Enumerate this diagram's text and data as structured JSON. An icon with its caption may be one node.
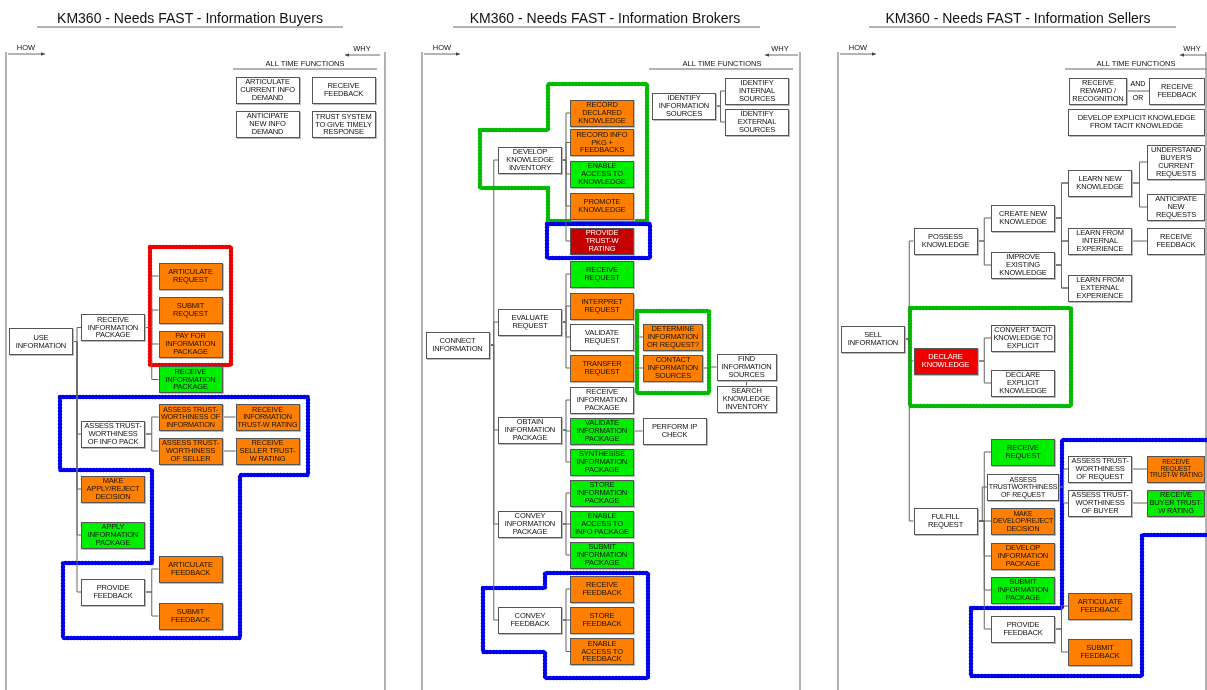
{
  "diagram": {
    "nodes": [
      {
        "text": [
          "ARTICULATE CURRENT INFO DEMAND"
        ]
      },
      {
        "text": [
          "RECEIVE FEEDBACK"
        ]
      },
      {
        "text": [
          "ANTICIPATE NEW INFO DEMAND"
        ]
      },
      {
        "text": [
          "TRUST SYSTEM TO GIVE TIMELY RESPONSE"
        ]
      },
      {
        "text": [
          "USE INFORMATION"
        ]
      },
      {
        "text": [
          "RECEIVE INFORMATION PACKAGE"
        ]
      },
      {
        "text": [
          "ARTICULATE REQUEST"
        ]
      },
      {
        "text": [
          "SUBMIT REQUEST"
        ]
      },
      {
        "text": [
          "PAY FOR INFORMATION PACKAGE"
        ]
      },
      {
        "text": [
          "RECEIVE INFORMATION PACKAGE"
        ]
      },
      {
        "text": [
          "ASSESS TRUST-WORTHINESS OF INFO PACK"
        ]
      },
      {
        "text": [
          "ASSESS TRUST-WORTHINESS OF INFORMATION"
        ]
      },
      {
        "text": [
          "RECEIVE INFORMATION TRUST-W RATING"
        ]
      },
      {
        "text": [
          "ASSESS TRUST-WORTHINESS OF SELLER"
        ]
      },
      {
        "text": [
          "RECEIVE SELLER TRUST-W RATING"
        ]
      },
      {
        "text": [
          "MAKE APPLY/REJECT DECISION"
        ]
      },
      {
        "text": [
          "APPLY INFORMATION PACKAGE"
        ]
      },
      {
        "text": [
          "PROVIDE FEEDBACK"
        ]
      },
      {
        "text": [
          "ARTICULATE FEEDBACK"
        ]
      },
      {
        "text": [
          "SUBMIT FEEDBACK"
        ]
      },
      {
        "text": [
          "IDENTIFY INFORMATION SOURCES"
        ]
      },
      {
        "text": [
          "IDENTIFY INTERNAL SOURCES"
        ]
      },
      {
        "text": [
          "IDENTIFY EXTERNAL SOURCES"
        ]
      },
      {
        "text": [
          "CONNECT INFORMATION"
        ]
      },
      {
        "text": [
          "DEVELOP KNOWLEDGE INVENTORY"
        ]
      },
      {
        "text": [
          "RECORD DECLARED KNOWLEDGE"
        ]
      },
      {
        "text": [
          "RECORD INFO PKG + FEEDBACKS"
        ]
      },
      {
        "text": [
          "ENABLE ACCESS TO KNOWLEDGE"
        ]
      },
      {
        "text": [
          "PROMOTE KNOWLEDGE"
        ]
      },
      {
        "text": [
          "PROVIDE TRUST-W RATING"
        ]
      },
      {
        "text": [
          "EVALUATE REQUEST"
        ]
      },
      {
        "text": [
          "RECEIVE REQUEST"
        ]
      },
      {
        "text": [
          "INTERPRET REQUEST"
        ]
      },
      {
        "text": [
          "VALIDATE REQUEST"
        ]
      },
      {
        "text": [
          "TRANSFER REQUEST"
        ]
      },
      {
        "text": [
          "DETERMINE INFORMATION OR REQUEST?"
        ]
      },
      {
        "text": [
          "CONTACT INFORMATION SOURCES"
        ]
      },
      {
        "text": [
          "FIND INFORMATION SOURCES"
        ]
      },
      {
        "text": [
          "SEARCH KNOWLEDGE INVENTORY"
        ]
      },
      {
        "text": [
          "OBTAIN INFORMATION PACKAGE"
        ]
      },
      {
        "text": [
          "RECEIVE INFORMATION PACKAGE"
        ]
      },
      {
        "text": [
          "VALIDATE INFORMATION PACKAGE"
        ]
      },
      {
        "text": [
          "PERFORM IP CHECK"
        ]
      },
      {
        "text": [
          "SYNTHESISE INFORMATION PACKAGE"
        ]
      },
      {
        "text": [
          "CONVEY INFORMATION PACKAGE"
        ]
      },
      {
        "text": [
          "STORE INFORMATION PACKAGE"
        ]
      },
      {
        "text": [
          "ENABLE ACCESS TO INFO PACKAGE"
        ]
      },
      {
        "text": [
          "SUBMIT INFORMATION PACKAGE"
        ]
      },
      {
        "text": [
          "CONVEY FEEDBACK"
        ]
      },
      {
        "text": [
          "RECEIVE FEEDBACK"
        ]
      },
      {
        "text": [
          "STORE FEEDBACK"
        ]
      },
      {
        "text": [
          "ENABLE ACCESS TO FEEDBACK"
        ]
      },
      {
        "text": [
          "RECEIVE REWARD / RECOGNITION"
        ]
      },
      {
        "text": [
          "RECEIVE FEEDBACK"
        ]
      },
      {
        "text": [
          "DEVELOP EXPLICIT KNOWLEDGE FROM TACIT KNOWLEDGE"
        ]
      },
      {
        "text": [
          "SELL INFORMATION"
        ]
      },
      {
        "text": [
          "POSSESS KNOWLEDGE"
        ]
      },
      {
        "text": [
          "CREATE NEW KNOWLEDGE"
        ]
      },
      {
        "text": [
          "IMPROVE EXISTING KNOWLEDGE"
        ]
      },
      {
        "text": [
          "LEARN NEW KNOWLEDGE"
        ]
      },
      {
        "text": [
          "UNDERSTAND BUYER'S CURRENT REQUESTS"
        ]
      },
      {
        "text": [
          "ANTICIPATE NEW REQUESTS"
        ]
      },
      {
        "text": [
          "LEARN FROM INTERNAL EXPERIENCE"
        ]
      },
      {
        "text": [
          "RECEIVE FEEDBACK"
        ]
      },
      {
        "text": [
          "LEARN FROM EXTERNAL EXPERIENCE"
        ]
      },
      {
        "text": [
          "DECLARE KNOWLEDGE"
        ]
      },
      {
        "text": [
          "CONVERT TACIT KNOWLEDGE TO EXPLICIT"
        ]
      },
      {
        "text": [
          "DECLARE EXPLICIT KNOWLEDGE"
        ]
      },
      {
        "text": [
          "FULFILL REQUEST"
        ]
      },
      {
        "text": [
          "RECEIVE REQUEST"
        ]
      },
      {
        "text": [
          "ASSESS TRUSTWORTHINESS OF REQUEST"
        ]
      },
      {
        "text": [
          "ASSESS TRUST-WORTHINESS OF REQUEST"
        ]
      },
      {
        "text": [
          "RECEIVE REQUEST TRUST-W RATING"
        ]
      },
      {
        "text": [
          "ASSESS TRUST-WORTHINESS OF BUYER"
        ]
      },
      {
        "text": [
          "RECEIVE BUYER TRUST-W RATING"
        ]
      },
      {
        "text": [
          "MAKE DEVELOP/REJECT DECISION"
        ]
      },
      {
        "text": [
          "DEVELOP INFORMATION PACKAGE"
        ]
      },
      {
        "text": [
          "SUBMIT INFORMATION PACKAGE"
        ]
      },
      {
        "text": [
          "PROVIDE FEEDBACK"
        ]
      },
      {
        "text": [
          "ARTICULATE FEEDBACK"
        ]
      },
      {
        "text": [
          "SUBMIT FEEDBACK"
        ]
      }
    ],
    "edges": [
      {
        "from": 4,
        "to": 5,
        "arrow": "none"
      },
      {
        "from": 4,
        "to": 10,
        "arrow": "none"
      },
      {
        "from": 4,
        "to": 15,
        "arrow": "none"
      },
      {
        "from": 4,
        "to": 16,
        "arrow": "none"
      },
      {
        "from": 4,
        "to": 17,
        "arrow": "none"
      },
      {
        "from": 5,
        "to": 6,
        "arrow": "none"
      },
      {
        "from": 5,
        "to": 7,
        "arrow": "none"
      },
      {
        "from": 5,
        "to": 8,
        "arrow": "none"
      },
      {
        "from": 5,
        "to": 9,
        "arrow": "none"
      },
      {
        "from": 10,
        "to": 11,
        "arrow": "none"
      },
      {
        "from": 10,
        "to": 13,
        "arrow": "none"
      },
      {
        "from": 11,
        "to": 12,
        "arrow": "none"
      },
      {
        "from": 13,
        "to": 14,
        "arrow": "none"
      },
      {
        "from": 17,
        "to": 18,
        "arrow": "none"
      },
      {
        "from": 17,
        "to": 19,
        "arrow": "none"
      },
      {
        "from": 20,
        "to": 21,
        "arrow": "none"
      },
      {
        "from": 20,
        "to": 22,
        "arrow": "none"
      },
      {
        "from": 23,
        "to": 24,
        "arrow": "none"
      },
      {
        "from": 23,
        "to": 30,
        "arrow": "none"
      },
      {
        "from": 23,
        "to": 39,
        "arrow": "none"
      },
      {
        "from": 23,
        "to": 44,
        "arrow": "none"
      },
      {
        "from": 23,
        "to": 48,
        "arrow": "none"
      },
      {
        "from": 24,
        "to": 25,
        "arrow": "none"
      },
      {
        "from": 24,
        "to": 26,
        "arrow": "none"
      },
      {
        "from": 24,
        "to": 27,
        "arrow": "none"
      },
      {
        "from": 24,
        "to": 28,
        "arrow": "none"
      },
      {
        "from": 24,
        "to": 29,
        "arrow": "none"
      },
      {
        "from": 30,
        "to": 31,
        "arrow": "none"
      },
      {
        "from": 30,
        "to": 32,
        "arrow": "none"
      },
      {
        "from": 30,
        "to": 33,
        "arrow": "none"
      },
      {
        "from": 30,
        "to": 34,
        "arrow": "none"
      },
      {
        "from": 33,
        "to": 35,
        "arrow": "none"
      },
      {
        "from": 34,
        "to": 36,
        "arrow": "none"
      },
      {
        "from": 36,
        "to": 37,
        "arrow": "none"
      },
      {
        "from": 37,
        "to": 38,
        "arrow": "none"
      },
      {
        "from": 39,
        "to": 40,
        "arrow": "none"
      },
      {
        "from": 39,
        "to": 41,
        "arrow": "none"
      },
      {
        "from": 39,
        "to": 43,
        "arrow": "none"
      },
      {
        "from": 41,
        "to": 42,
        "arrow": "none"
      },
      {
        "from": 44,
        "to": 45,
        "arrow": "none"
      },
      {
        "from": 44,
        "to": 46,
        "arrow": "none"
      },
      {
        "from": 44,
        "to": 47,
        "arrow": "none"
      },
      {
        "from": 48,
        "to": 49,
        "arrow": "none"
      },
      {
        "from": 48,
        "to": 50,
        "arrow": "none"
      },
      {
        "from": 48,
        "to": 51,
        "arrow": "none"
      },
      {
        "from": 52,
        "to": 53,
        "arrow": "none",
        "label": "AND OR"
      },
      {
        "from": 55,
        "to": 56,
        "arrow": "none"
      },
      {
        "from": 55,
        "to": 65,
        "arrow": "none"
      },
      {
        "from": 55,
        "to": 68,
        "arrow": "none"
      },
      {
        "from": 56,
        "to": 57,
        "arrow": "none"
      },
      {
        "from": 56,
        "to": 58,
        "arrow": "none"
      },
      {
        "from": 57,
        "to": 59,
        "arrow": "none"
      },
      {
        "from": 57,
        "to": 62,
        "arrow": "none"
      },
      {
        "from": 57,
        "to": 64,
        "arrow": "none"
      },
      {
        "from": 58,
        "to": 59,
        "arrow": "none"
      },
      {
        "from": 58,
        "to": 62,
        "arrow": "none"
      },
      {
        "from": 58,
        "to": 64,
        "arrow": "none"
      },
      {
        "from": 59,
        "to": 60,
        "arrow": "none"
      },
      {
        "from": 59,
        "to": 61,
        "arrow": "none"
      },
      {
        "from": 62,
        "to": 63,
        "arrow": "none"
      },
      {
        "from": 65,
        "to": 66,
        "arrow": "none"
      },
      {
        "from": 65,
        "to": 67,
        "arrow": "none"
      },
      {
        "from": 68,
        "to": 69,
        "arrow": "none"
      },
      {
        "from": 68,
        "to": 70,
        "arrow": "none"
      },
      {
        "from": 68,
        "to": 75,
        "arrow": "none"
      },
      {
        "from": 68,
        "to": 76,
        "arrow": "none"
      },
      {
        "from": 68,
        "to": 77,
        "arrow": "none"
      },
      {
        "from": 68,
        "to": 78,
        "arrow": "none"
      },
      {
        "from": 70,
        "to": 71,
        "arrow": "none"
      },
      {
        "from": 70,
        "to": 73,
        "arrow": "none"
      },
      {
        "from": 71,
        "to": 72,
        "arrow": "none"
      },
      {
        "from": 73,
        "to": 74,
        "arrow": "none"
      },
      {
        "from": 78,
        "to": 79,
        "arrow": "none"
      },
      {
        "from": 78,
        "to": 80,
        "arrow": "none"
      }
    ],
    "labels": [
      "KM360 - Needs FAST - Information Buyers",
      "HOW",
      "WHY",
      "ALL TIME FUNCTIONS",
      "KM360 - Needs FAST - Information Brokers",
      "HOW",
      "WHY",
      "ALL TIME FUNCTIONS",
      "KM360 - Needs FAST - Information Sellers",
      "HOW",
      "WHY",
      "ALL TIME FUNCTIONS"
    ]
  }
}
